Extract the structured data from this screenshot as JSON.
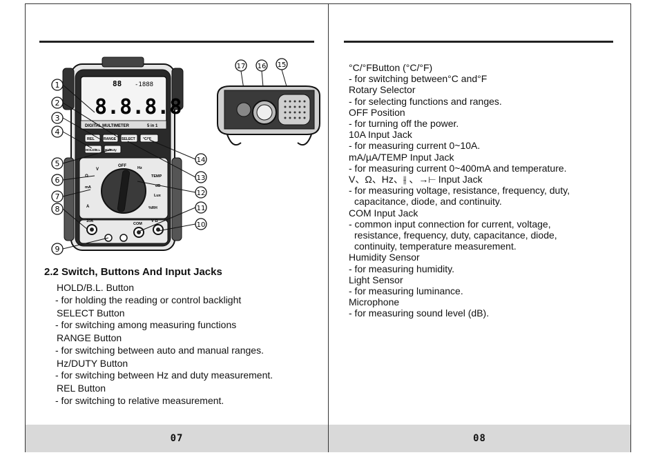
{
  "left_page": {
    "section_title": "2.2 Switch, Buttons And Input Jacks",
    "items": [
      {
        "head": "HOLD/B.L. Button",
        "desc": [
          "- for holding the reading or control backlight"
        ]
      },
      {
        "head": "SELECT Button",
        "desc": [
          "- for switching among measuring functions"
        ]
      },
      {
        "head": "RANGE Button",
        "desc": [
          "- for switching between auto and manual ranges."
        ]
      },
      {
        "head": "Hz/DUTY Button",
        "desc": [
          "- for switching between Hz and duty measurement."
        ]
      },
      {
        "head": "REL Button",
        "desc": [
          "- for switching to relative measurement."
        ]
      }
    ],
    "page_number": "07",
    "figure": {
      "callouts": [
        "1",
        "2",
        "3",
        "4",
        "5",
        "6",
        "7",
        "8",
        "9",
        "10",
        "11",
        "12",
        "13",
        "14",
        "15",
        "16",
        "17"
      ],
      "lcd_top": "88",
      "lcd_small": "-1888",
      "lcd_main": "8.8.8.8",
      "model_text": "DIGITAL MULTIMETER",
      "model_badge": "5 in 1",
      "buttons": [
        "REL",
        "RANGE",
        "SELECT",
        "°C/°F",
        "HOLD/B.L",
        "Hz/Duty"
      ],
      "jack_labels": [
        "10A",
        "COM",
        "V Ω"
      ],
      "dial_labels": [
        "OFF",
        "TEMP",
        "V",
        "mA",
        "A",
        "Ω",
        "Hz",
        "Lux",
        "dB",
        "%RH"
      ]
    }
  },
  "right_page": {
    "items": [
      {
        "head": "°C/°FButton  (°C/°F)",
        "desc": [
          "- for switching between°C and°F"
        ]
      },
      {
        "head": "Rotary Selector",
        "desc": [
          "- for selecting functions and ranges."
        ]
      },
      {
        "head": "OFF Position",
        "desc": [
          "- for turning off the power."
        ]
      },
      {
        "head": "10A Input Jack",
        "desc": [
          "- for measuring current 0~10A."
        ]
      },
      {
        "head": "mA/µA/TEMP Input Jack",
        "desc": [
          "- for measuring current 0~400mA and temperature."
        ]
      },
      {
        "head": "V、Ω、Hz、⫲ 、→⊢  Input Jack",
        "desc": [
          "- for measuring voltage, resistance, frequency, duty,",
          "capacitance, diode, and continuity."
        ]
      },
      {
        "head": "COM Input Jack",
        "desc": [
          "- common input connection for current, voltage,",
          "resistance, frequency, duty, capacitance, diode,",
          "continuity, temperature measurement."
        ]
      },
      {
        "head": "Humidity Sensor",
        "desc": [
          "- for measuring humidity."
        ]
      },
      {
        "head": "Light Sensor",
        "desc": [
          "- for measuring luminance."
        ]
      },
      {
        "head": "Microphone",
        "desc": [
          "- for measuring sound level (dB)."
        ]
      }
    ],
    "page_number": "08"
  }
}
